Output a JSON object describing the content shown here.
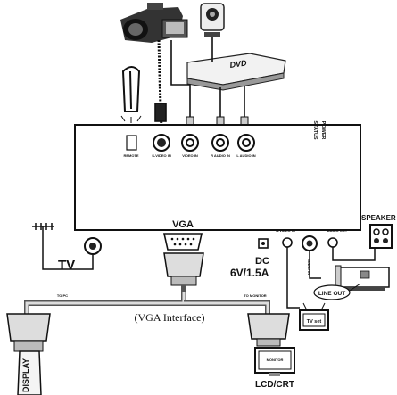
{
  "hub": {
    "ports_top": [
      {
        "label": "REMOTE"
      },
      {
        "label": "S-VIDEO IN"
      },
      {
        "label": "VIDEO IN"
      },
      {
        "label": "R AUDIO IN"
      },
      {
        "label": "L AUDIO IN"
      }
    ],
    "power_label": "POWER",
    "status_label": "STATUS",
    "ports_bottom": {
      "avideo_in": "A.VIDEO IN",
      "audio_in": "AUDIO IN",
      "audio_out": "AUDIO OUT"
    }
  },
  "devices": {
    "dvd_label": "DVD",
    "speaker_label": "SPEAKER",
    "line_out_label": "LINE OUT",
    "tv_set_label": "TV set",
    "monitor_label": "MONITOR",
    "display_label": "DISPLAY"
  },
  "labels": {
    "tv": "TV",
    "vga": "VGA",
    "dc": "DC",
    "dc_rating": "6V/1.5A",
    "to_pc": "TO PC",
    "to_monitor": "TO MONITOR",
    "vga_interface": "(VGA Interface)",
    "lcd_crt": "LCD/CRT"
  }
}
